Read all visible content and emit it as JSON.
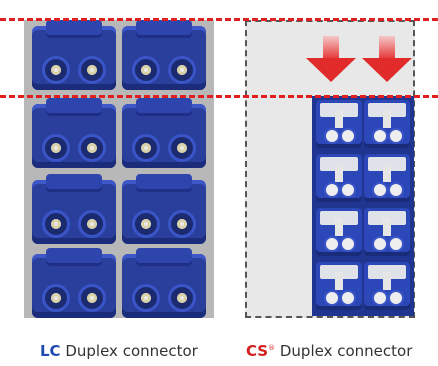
{
  "captions": {
    "lc": {
      "abbr": "LC",
      "rest": " Duplex connector"
    },
    "cs": {
      "abbr": "CS",
      "reg": "®",
      "rest": " Duplex connector"
    }
  },
  "colors": {
    "lc_blue": "#1e49b0",
    "cs_red": "#d42020",
    "dashed_line": "#e02020",
    "connector_blue": "#2a3f9c",
    "lc_panel": "#b8b8b8",
    "cs_panel": "#e8e8e8"
  },
  "icons": [
    "down-arrow-icon"
  ]
}
